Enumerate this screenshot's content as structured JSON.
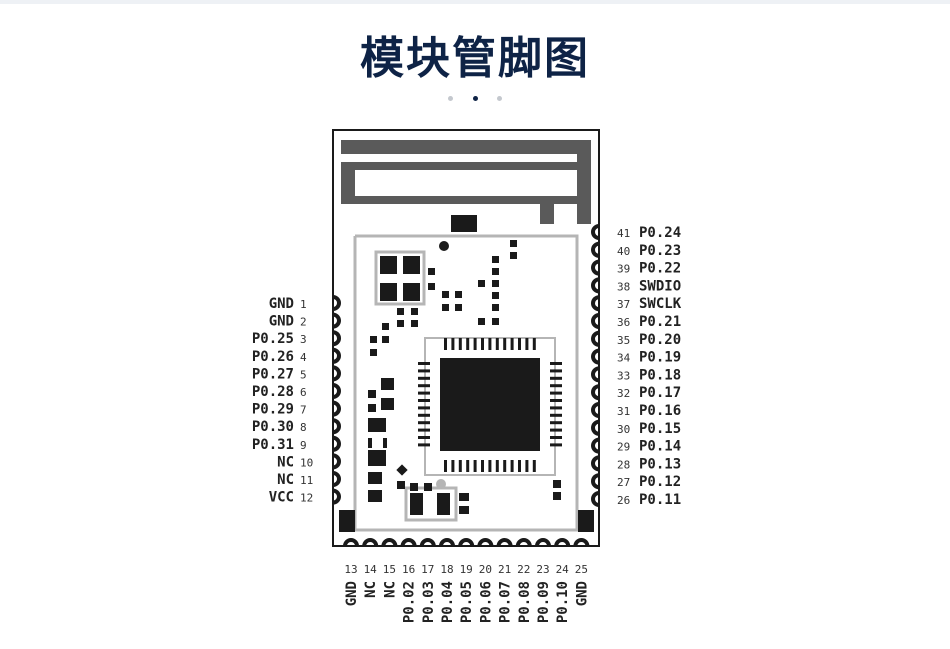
{
  "title": "模块管脚图",
  "carousel": {
    "count": 3,
    "active": 1
  },
  "colors": {
    "title": "#0e2346",
    "chip": "#1a1a1a",
    "trace": "#b5b5b5",
    "antenna": "#5a5a5a"
  },
  "left_pins": [
    {
      "num": "1",
      "name": "GND"
    },
    {
      "num": "2",
      "name": "GND"
    },
    {
      "num": "3",
      "name": "P0.25"
    },
    {
      "num": "4",
      "name": "P0.26"
    },
    {
      "num": "5",
      "name": "P0.27"
    },
    {
      "num": "6",
      "name": "P0.28"
    },
    {
      "num": "7",
      "name": "P0.29"
    },
    {
      "num": "8",
      "name": "P0.30"
    },
    {
      "num": "9",
      "name": "P0.31"
    },
    {
      "num": "10",
      "name": "NC"
    },
    {
      "num": "11",
      "name": "NC"
    },
    {
      "num": "12",
      "name": "VCC"
    }
  ],
  "right_pins": [
    {
      "num": "41",
      "name": "P0.24"
    },
    {
      "num": "40",
      "name": "P0.23"
    },
    {
      "num": "39",
      "name": "P0.22"
    },
    {
      "num": "38",
      "name": "SWDIO"
    },
    {
      "num": "37",
      "name": "SWCLK"
    },
    {
      "num": "36",
      "name": "P0.21"
    },
    {
      "num": "35",
      "name": "P0.20"
    },
    {
      "num": "34",
      "name": "P0.19"
    },
    {
      "num": "33",
      "name": "P0.18"
    },
    {
      "num": "32",
      "name": "P0.17"
    },
    {
      "num": "31",
      "name": "P0.16"
    },
    {
      "num": "30",
      "name": "P0.15"
    },
    {
      "num": "29",
      "name": "P0.14"
    },
    {
      "num": "28",
      "name": "P0.13"
    },
    {
      "num": "27",
      "name": "P0.12"
    },
    {
      "num": "26",
      "name": "P0.11"
    }
  ],
  "bottom_pins": [
    {
      "num": "13",
      "name": "GND"
    },
    {
      "num": "14",
      "name": "NC"
    },
    {
      "num": "15",
      "name": "NC"
    },
    {
      "num": "16",
      "name": "P0.02"
    },
    {
      "num": "17",
      "name": "P0.03"
    },
    {
      "num": "18",
      "name": "P0.04"
    },
    {
      "num": "19",
      "name": "P0.05"
    },
    {
      "num": "20",
      "name": "P0.06"
    },
    {
      "num": "21",
      "name": "P0.07"
    },
    {
      "num": "22",
      "name": "P0.08"
    },
    {
      "num": "23",
      "name": "P0.09"
    },
    {
      "num": "24",
      "name": "P0.10"
    },
    {
      "num": "25",
      "name": "GND"
    }
  ]
}
